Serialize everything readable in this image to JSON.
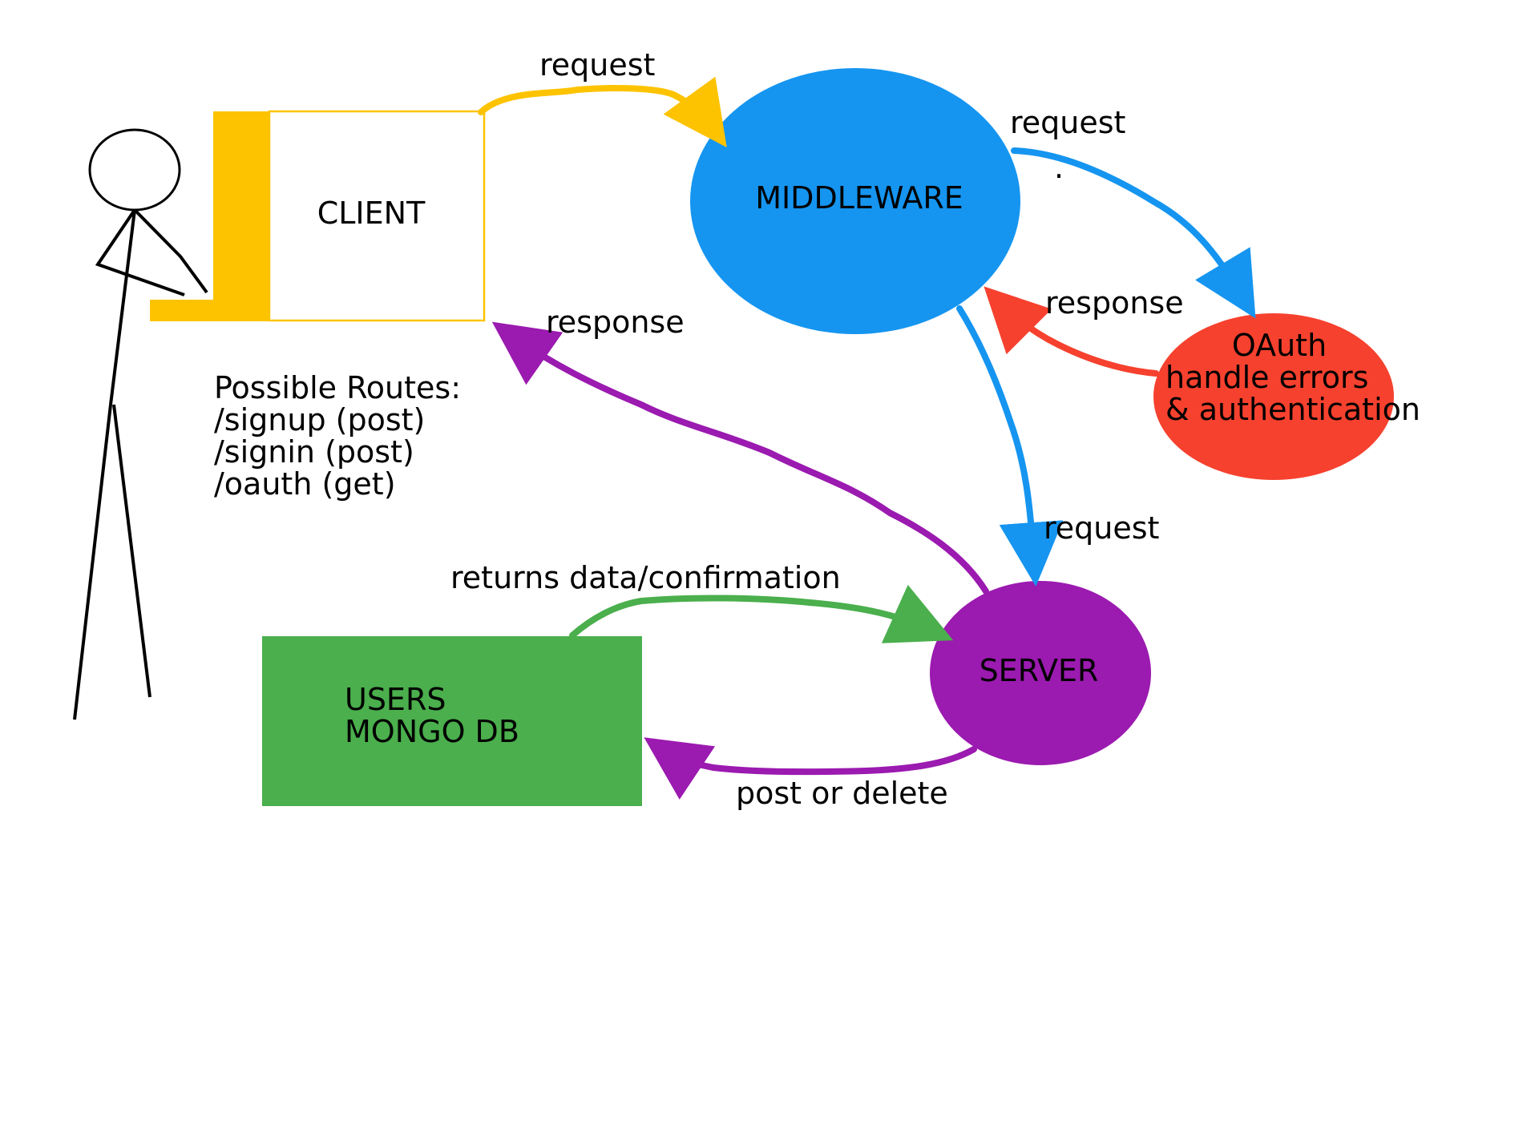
{
  "colors": {
    "client": "#FDC300",
    "middleware": "#1595F0",
    "oauth": "#F6412E",
    "server": "#9B1AB0",
    "db": "#4AAF4C",
    "stroke": "#000000"
  },
  "nodes": {
    "client": "CLIENT",
    "middleware": "MIDDLEWARE",
    "oauth_lines": [
      "OAuth",
      "handle errors",
      "& authentication"
    ],
    "server": "SERVER",
    "db_lines": [
      "USERS",
      "MONGO DB"
    ]
  },
  "routes": {
    "heading": "Possible Routes:",
    "items": [
      "/signup (post)",
      "/signin (post)",
      "/oauth (get)"
    ]
  },
  "arrows": {
    "client_to_middleware": "request",
    "middleware_to_oauth": "request",
    "middleware_to_oauth_dot": ".",
    "oauth_to_middleware": "response",
    "middleware_to_server": "request",
    "server_to_client": "response",
    "db_to_server": "returns data/confirmation",
    "server_to_db": "post or delete"
  }
}
